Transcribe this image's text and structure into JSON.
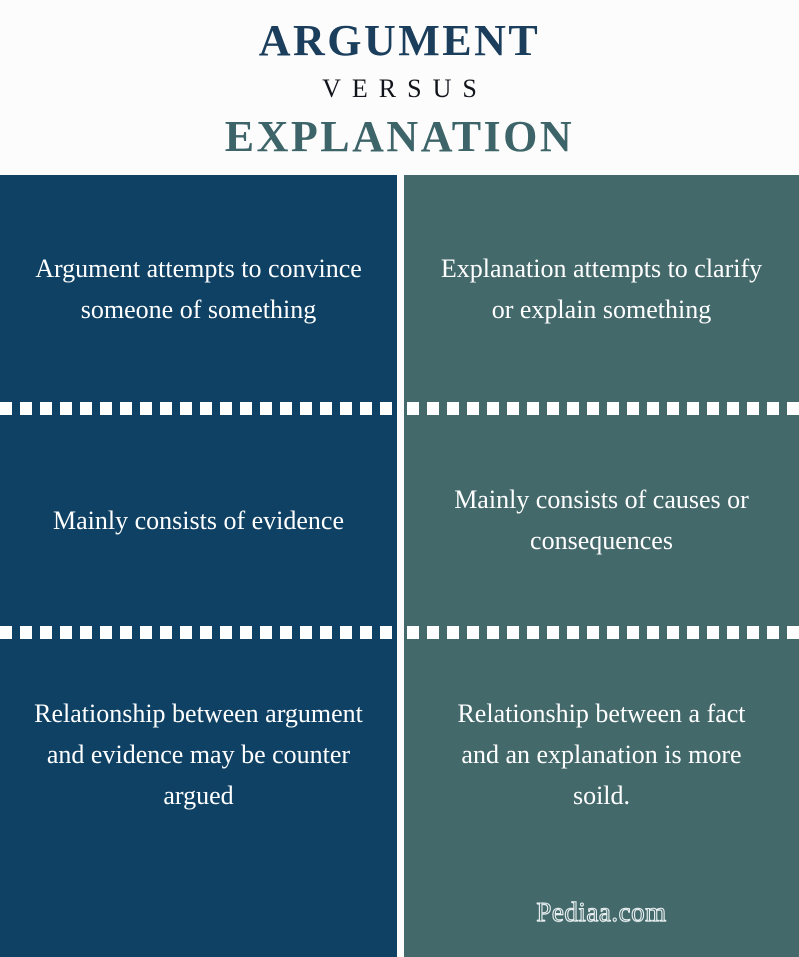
{
  "header": {
    "title_main": "ARGUMENT",
    "title_versus": "VERSUS",
    "title_sub": "EXPLANATION"
  },
  "colors": {
    "background": "#fcfcfc",
    "left_column": "#0f4164",
    "right_column": "#44696b",
    "title_main": "#1b3e5c",
    "title_versus": "#12141b",
    "title_sub": "#3d6468",
    "cell_text": "#ffffff",
    "divider": "#ffffff"
  },
  "comparison": {
    "left_heading": "ARGUMENT",
    "right_heading": "EXPLANATION",
    "rows": [
      {
        "left": "Argument attempts to convince someone of something",
        "right": "Explanation attempts to clarify or explain something"
      },
      {
        "left": "Mainly consists of evidence",
        "right": "Mainly consists of causes or consequences"
      },
      {
        "left": "Relationship between argument and evidence may be counter argued",
        "right": "Relationship between a fact and an explanation is more soild."
      }
    ]
  },
  "watermark": {
    "text": "Pediaa.com"
  }
}
